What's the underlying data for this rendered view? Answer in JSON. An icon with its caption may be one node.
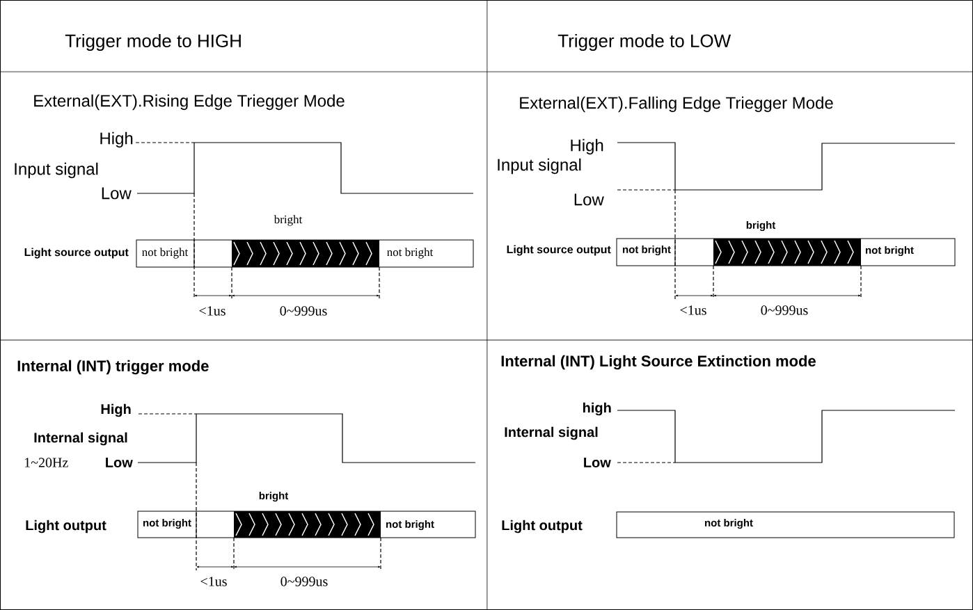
{
  "diagram": {
    "nodes": [
      {
        "text": [
          "not bright",
          "bright",
          "not bright"
        ]
      },
      {
        "text": [
          "not bright",
          "bright",
          "not bright"
        ]
      },
      {
        "text": [
          "not bright",
          "bright",
          "not bright"
        ]
      },
      {
        "text": [
          "not bright"
        ]
      }
    ],
    "labels": [
      "Trigger mode to HIGH",
      "Trigger mode to LOW",
      "External(EXT).Rising Edge Triegger Mode",
      "High",
      "Input signal",
      "Low",
      "Light source output",
      "<1us",
      "0~999us",
      "External(EXT).Falling Edge Triegger Mode",
      "High",
      "Input signal",
      "Low",
      "Light source output",
      "<1us",
      "0~999us",
      "Internal (INT) trigger mode",
      "High",
      "Internal signal",
      "1~20Hz",
      "Low",
      "Light output",
      "<1us",
      "0~999us",
      "Internal (INT) Light Source Extinction mode",
      "high",
      "Internal signal",
      "Low",
      "Light output"
    ]
  }
}
